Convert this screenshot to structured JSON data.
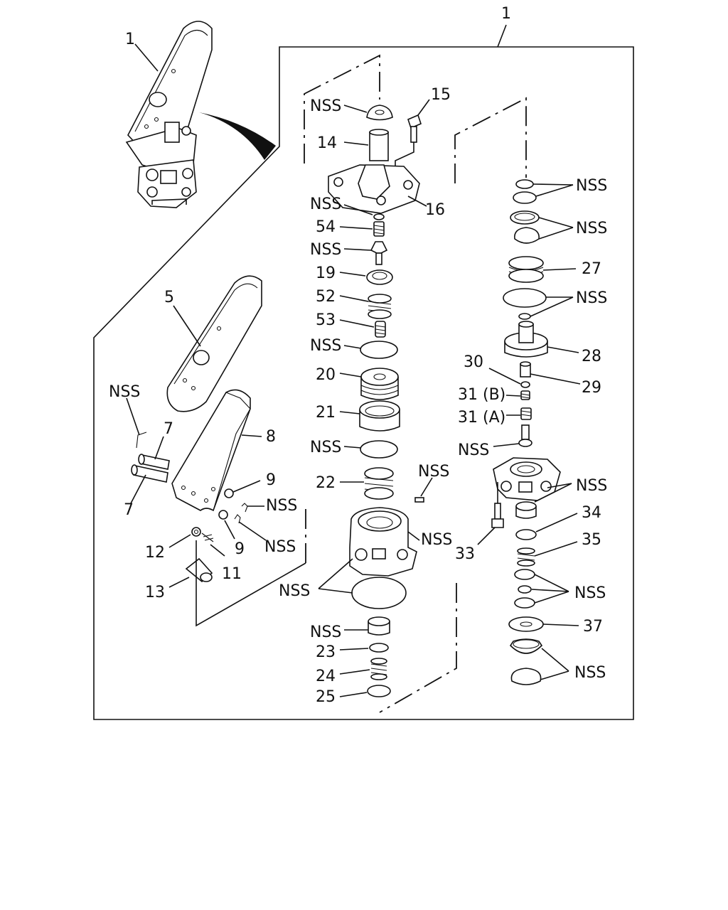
{
  "labels": {
    "top_left_assembly": "1",
    "top_kit": "1",
    "pedal_pad": "5",
    "pin_upper": "7",
    "pin_lower": "7",
    "pedal_arm": "8",
    "washer_upper": "9",
    "washer_lower": "9",
    "spring_11": "11",
    "nut_12": "12",
    "roller_13": "13",
    "plunger_14": "14",
    "bolt_15": "15",
    "cover_16": "16",
    "retainer_19": "19",
    "piston_20": "20",
    "sleeve_21": "21",
    "spring_22": "22",
    "ring_23": "23",
    "spring_24": "24",
    "ring_25": "25",
    "spring_27": "27",
    "piston_28": "28",
    "valve_29": "29",
    "ring_30": "30",
    "spring_31b": "31 (B)",
    "spring_31a": "31 (A)",
    "bolt_33": "33",
    "seat_34": "34",
    "spring_35": "35",
    "plate_37": "37",
    "spring_52": "52",
    "spring_53": "53",
    "spring_54": "54",
    "nss": "NSS"
  }
}
